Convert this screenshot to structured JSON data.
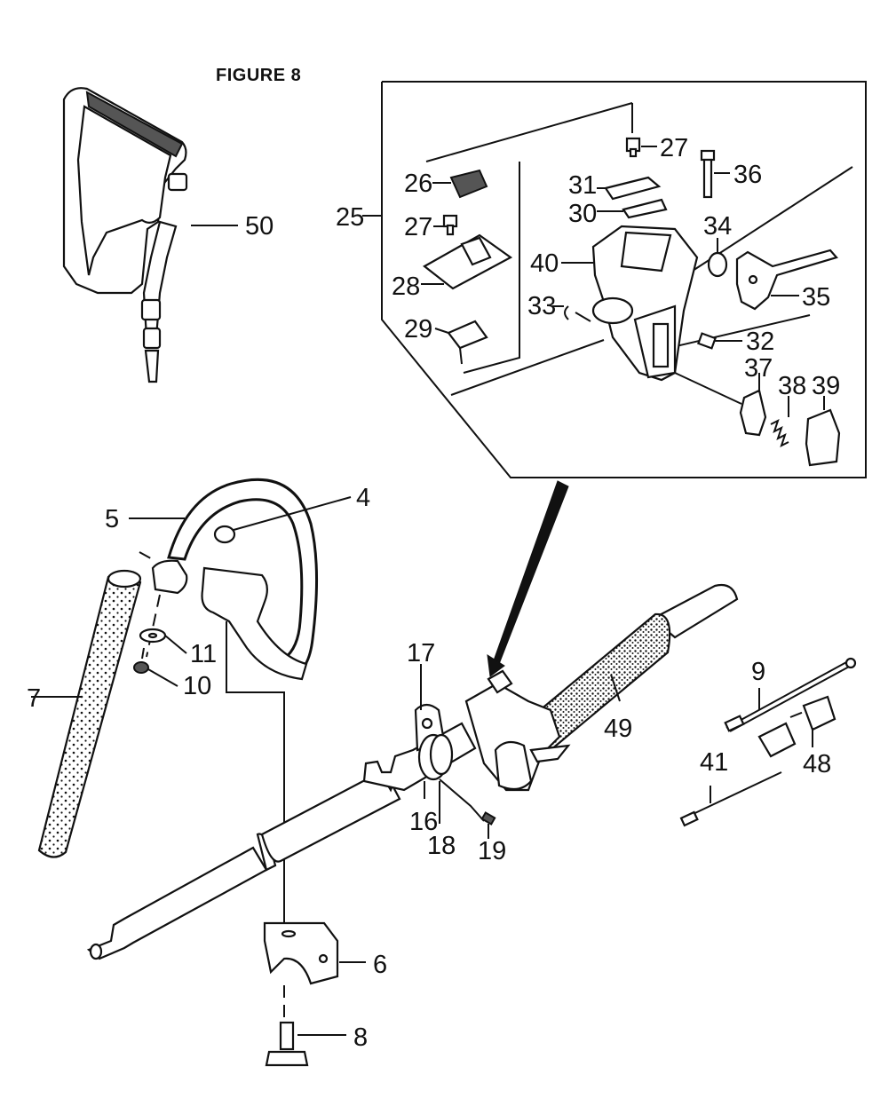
{
  "figure": {
    "title": "FIGURE 8"
  },
  "callouts": {
    "c4": "4",
    "c5": "5",
    "c6": "6",
    "c7": "7",
    "c8": "8",
    "c9": "9",
    "c10": "10",
    "c11": "11",
    "c16": "16",
    "c17": "17",
    "c18": "18",
    "c19": "19",
    "c25": "25",
    "c26": "26",
    "c27a": "27",
    "c27b": "27",
    "c28": "28",
    "c29": "29",
    "c30": "30",
    "c31": "31",
    "c32": "32",
    "c33": "33",
    "c34": "34",
    "c35": "35",
    "c36": "36",
    "c37": "37",
    "c38": "38",
    "c39": "39",
    "c40": "40",
    "c41": "41",
    "c48": "48",
    "c49": "49",
    "c50": "50"
  }
}
